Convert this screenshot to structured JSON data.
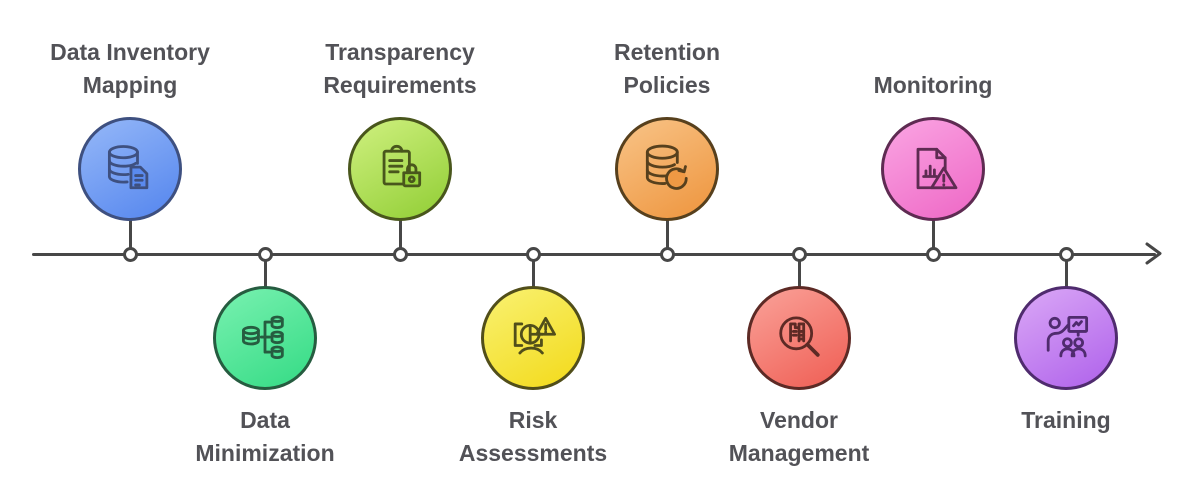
{
  "diagram": {
    "type": "horizontal-timeline",
    "background": "#ffffff",
    "axis_color": "#474747",
    "label_color": "#525257",
    "direction": "left-to-right"
  },
  "items": [
    {
      "id": "data-inventory-mapping",
      "side": "top",
      "label_lines": [
        "Data Inventory",
        "Mapping"
      ],
      "icon": "database-document-icon",
      "colors": {
        "light": "#8FB3F7",
        "dark": "#5A8AEF",
        "line": "#3E5080"
      }
    },
    {
      "id": "data-minimization",
      "side": "bottom",
      "label_lines": [
        "Data",
        "Minimization"
      ],
      "icon": "database-split-icon",
      "colors": {
        "light": "#72EFAC",
        "dark": "#3BDD89",
        "line": "#265C40"
      }
    },
    {
      "id": "transparency-requirements",
      "side": "top",
      "label_lines": [
        "Transparency",
        "Requirements"
      ],
      "icon": "clipboard-lock-icon",
      "colors": {
        "light": "#C9ED78",
        "dark": "#97D13C",
        "line": "#49561C"
      }
    },
    {
      "id": "risk-assessments",
      "side": "bottom",
      "label_lines": [
        "Risk",
        "Assessments"
      ],
      "icon": "risk-face-warning-icon",
      "colors": {
        "light": "#F8EF69",
        "dark": "#F3DC22",
        "line": "#514E1A"
      }
    },
    {
      "id": "retention-policies",
      "side": "top",
      "label_lines": [
        "Retention",
        "Policies"
      ],
      "icon": "database-refresh-icon",
      "colors": {
        "light": "#F7BF80",
        "dark": "#EF9944",
        "line": "#57401D"
      }
    },
    {
      "id": "vendor-management",
      "side": "bottom",
      "label_lines": [
        "Vendor",
        "Management"
      ],
      "icon": "magnifier-vendor-icon",
      "colors": {
        "light": "#F99B92",
        "dark": "#F0645A",
        "line": "#5D2A25"
      }
    },
    {
      "id": "monitoring",
      "side": "top",
      "label_lines": [
        "Monitoring"
      ],
      "icon": "report-warning-icon",
      "colors": {
        "light": "#F99FE0",
        "dark": "#EF6DC8",
        "line": "#5E2B52"
      }
    },
    {
      "id": "training",
      "side": "bottom",
      "label_lines": [
        "Training"
      ],
      "icon": "trainer-audience-icon",
      "colors": {
        "light": "#D6A1F5",
        "dark": "#B368EC",
        "line": "#4F2B6E"
      }
    }
  ]
}
